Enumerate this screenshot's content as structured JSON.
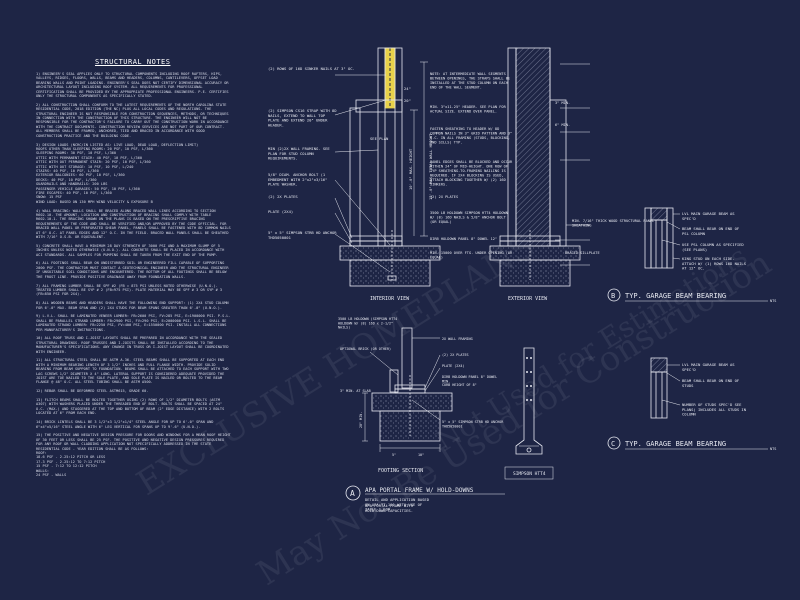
{
  "notes": {
    "title": "STRUCTURAL NOTES",
    "body": "1) ENGINEER'S SEAL APPLIES ONLY TO STRUCTURAL COMPONENTS INCLUDING ROOF RAFTERS, HIPS, VALLEYS, RIDGES, FLOORS, WALLS, BEAMS AND HEADERS, COLUMNS, CANTILEVERS, OFFSET LOAD BEARING WALLS AND POINT LOADING. ENGINEER'S SEAL DOES NOT CERTIFY DIMENSIONAL ACCURACY OR ARCHITECTURAL LAYOUT INCLUDING ROOF SYSTEM. ALL REQUIREMENTS FOR PROFESSIONAL CERTIFICATION SHALL BE PROVIDED BY THE APPROPRIATE PROFESSIONAL ENGINEERS. P.E. CERTIFIES ONLY THE STRUCTURAL COMPONENTS AS SPECIFICALLY STATED.\n\n2) ALL CONSTRUCTION SHALL CONFORM TO THE LATEST REQUIREMENTS OF THE NORTH CAROLINA STATE RESIDENTIAL CODE, 2018 EDITION (THE NC) PLUS ALL LOCAL CODES AND REGULATIONS. THE STRUCTURAL ENGINEER IS NOT RESPONSIBLE FOR CONSTRUCTION SEQUENCES, METHODS, OR TECHNIQUES IN CONNECTION WITH THE CONSTRUCTION OF THIS STRUCTURE. THE ENGINEER WILL NOT BE RESPONSIBLE FOR THE CONTRACTOR'S FAILURE TO CARRY OUT THE CONSTRUCTION WORK IN ACCORDANCE WITH THE CONTRACT DOCUMENTS. CONSTRUCTION REVIEW SERVICES ARE NOT PART OF OUR CONTRACT. ALL MEMBERS SHALL BE FRAMED, ANCHORED, TIED AND BRACED IN ACCORDANCE WITH GOOD CONSTRUCTION PRACTICE AND THE BUILDING CODE.\n\n3) DESIGN LOADS (NCRC/IN LISTED AS: LIVE LOAD, DEAD LOAD, DEFLECTION LIMIT)\nROOFS OTHER THAN SLEEPING ROOMS: 20 PSF, 10 PSF, L/360\nSLEEPING ROOMS: 30 PSF, 10 PSF, L/360\nATTIC WITH PERMANENT STAIR: 40 PSF, 10 PSF, L/360\nATTIC WITH OUT PERMANENT STAIR: 20 PSF, 10 PSF, L/360\nATTIC WITH OUT STORAGE: 10 PSF, 10 PSF, L/240\nSTAIRS: 40 PSF, 10 PSF, L/360\nEXTERIOR BALCONIES: 60 PSF, 10 PSF, L/360\nDECKS: 40 PSF, 10 PSF, L/360\nGUARDRAILS AND HANDRAILS: 200 LBS\nPASSENGER VEHICLE GARAGES: 50 PSF, 10 PSF, L/360\nFIRE ESCAPES: 40 PSF, 10 PSF, L/360\nSNOW: 15 PSF\nWIND LOAD: BASED ON 130 MPH WIND VELOCITY & EXPOSURE B\n\n4) WALL BRACING: WALLS SHALL BE BRACED ALONG BRACED WALL LINES ACCORDING TO SECTION R602.10. THE AMOUNT, LOCATION AND CONSTRUCTION OF BRACING SHALL COMPLY WITH TABLE R602.10.1. THE BRACING SHOWN ON THE PLANS IS BASED ON THE PRESCRIPTIVE BRACING REQUIREMENTS OF THE CODE AND SHALL BE VERIFIED AND/OR APPROVED BY THE CODE OFFICIAL. FOR BRACED WALL PANEL OR PERFORATED SHEAR PANEL, PANELS SHALL BE FASTENED WITH 8D COMMON NAILS AT 6\" O.C. AT PANEL EDGES AND 12\" O.C. IN THE FIELD. BRACED WALL PANELS SHALL BE SHEATHED WITH 7/16\" O.S.B. OR EQUIVALENT.\n\n5) CONCRETE SHALL HAVE A MINIMUM 28 DAY STRENGTH OF 3000 PSI AND A MAXIMUM SLUMP OF 5 INCHES UNLESS NOTED OTHERWISE (U.N.O.). ALL CONCRETE SHALL BE PLACED IN ACCORDANCE WITH ACI STANDARDS. ALL SAMPLES FOR PUMPING SHALL BE TAKEN FROM THE EXIT END OF THE PUMP.\n\n6) ALL FOOTINGS SHALL BEAR ON UNDISTURBED SOIL OR ENGINEERED FILL CAPABLE OF SUPPORTING 2000 PSF. THE CONTRACTOR MUST CONTACT A GEOTECHNICAL ENGINEER AND THE STRUCTURAL ENGINEER IF UNSUITABLE SOIL CONDITIONS ARE ENCOUNTERED. THE BOTTOM OF ALL FOOTINGS SHALL BE BELOW THE FROST LINE. PROVIDE POSITIVE DRAINAGE AWAY FROM FOUNDATION WALLS.\n\n7) ALL FRAMING LUMBER SHALL BE SPF #2 (FB = 875 PSI UNLESS NOTED OTHERWISE (U.N.O.). TREATED LUMBER SHALL BE SYP # 2 (FB=975 PSI). PLATE MATERIAL MAY BE SPF # 3 OR SYP # 3 (FB=850 PSI FOR 2X4).\n\n8) ALL WOODEN BEAMS AND HEADERS SHALL HAVE THE FOLLOWING END SUPPORT: (1) 2X4 STUD COLUMN FOR 6'-0\" MAX. BEAM SPAN AND (2) 2X4 STUDS FOR BEAM SPANS GREATER THAN 6'-0\" (U.N.O.).\n\n9) L.V.L. SHALL BE LAMINATED VENEER LUMBER: FB=2600 PSI, FV=285 PSI, E=1900000 PSI. P.S.L. SHALL BE PARALLEL STRAND LUMBER: FB=2900 PSI, FV=290 PSI, E=2000000 PSI. L.S.L. SHALL BE LAMINATED STRAND LUMBER: FB=2250 PSI, FV=400 PSI, E=1550000 PSI. INSTALL ALL CONNECTIONS PER MANUFACTURER'S INSTRUCTIONS.\n\n10) ALL ROOF TRUSS AND I-JOIST LAYOUTS SHALL BE PREPARED IN ACCORDANCE WITH THE SEALED STRUCTURAL DRAWINGS. ROOF TRUSSES AND I-JOISTS SHALL BE INSTALLED ACCORDING TO THE MANUFACTURER'S SPECIFICATIONS. ANY CHANGE IN TRUSS OR I-JOIST LAYOUT SHALL BE COORDINATED WITH ENGINEER.\n\n11) ALL STRUCTURAL STEEL SHALL BE ASTM A-36. STEEL BEAMS SHALL BE SUPPORTED AT EACH END WITH A MINIMUM BEARING LENGTH OF 3 1/2\" INCHES AND FULL FLANGE WIDTH. PROVIDE SOLID BEARING FROM BEAM SUPPORT TO FOUNDATION. BEAMS SHALL BE ATTACHED TO EACH SUPPORT WITH TWO LAG SCREWS 1/2\" DIAMETER X 4\" LONG. LATERAL SUPPORT IS CONSIDERED ADEQUATE PROVIDED THE JOIST ARE TOE NAILED TO THE SOLE PLATE, AND SOLE PLATE IS NAILED OR BOLTED TO THE BEAM FLANGE @ 48\" O.C. ALL STEEL TUBING SHALL BE ASTM A500.\n\n12) REBAR SHALL BE DEFORMED STEEL ASTM615, GRADE 60.\n\n13) FLITCH BEAMS SHALL BE BOLTED TOGETHER USING (2) ROWS OF 1/2\" DIAMETER BOLTS (ASTM A307) WITH WASHERS PLACED UNDER THE THREADED END OF BOLT. BOLTS SHALL BE SPACED AT 24\" O.C. (MAX.) AND STAGGERED AT THE TOP AND BOTTOM OF BEAM (2\" EDGE DISTANCE) WITH 2 BOLTS LOCATED AT 6\" FROM EACH END.\n\n14) BRICK LINTELS SHALL BE 3 1/2\"x3 1/2\"x1/4\" STEEL ANGLE FOR UP TO 6'-0\" SPAN AND 6\"x4\"x5/16\" STEEL ANGLE WITH 6\" LEG VERTICAL FOR SPANS UP TO 9'-6\" (U.N.O.).\n\n15) THE POSITIVE AND NEGATIVE DESIGN PRESSURE FOR DOORS AND WINDOWS FOR A MEAN ROOF HEIGHT OF 30 FEET OR LESS SHALL BE 25 PSF. THE POSITIVE AND NEGATIVE DESIGN PRESSURES REQUIRED FOR ANY ROOF OR WALL CLADDING APPLICATION NOT SPECIFICALLY ADDRESSED IN THE STATE RESIDENTIAL CODE - YEAR EDITION SHALL BE AS FOLLOWS:\nROOF:\n18.6 PSF - 2.25:12 PITCH OR LESS\n17.3 PSF - 2.25:12 TO 7:12 PITCH\n15 PSF - 7:12 TO 12:12 PITCH\nWALLS:\n24 PSF - WALLS"
  },
  "interior": {
    "caption": "INTERIOR VIEW",
    "callouts": [
      "(2) ROWS OF 16D SINKER NAILS AT 3\" OC.",
      "(2) SIMPSON CS16 STRAP WITH 8D NAILS, EXTEND TO WALL TOP PLATE AND EXTEND 20\" UNDER HEADER.",
      "MIN (2)2X WALL FRAMING. SEE PLAN FOR STUD COLUMN REQUIREMENTS.",
      "5/8\" DIAM. ANCHOR BOLT (1 EMBEDMENT WITH 2\"x2\"x3/16\" PLATE WASHER.",
      "(2) 2X PLATES",
      "PLATE (2X4)",
      "5\" x 5\" SIMPSON STRB HD ANCHOR THD5050001",
      "SEE PLAN",
      "10'-0\" MAX. HEIGHT",
      "12'-0\" MAX. TOTAL WALL HEIGHT",
      "24\"",
      "20\""
    ]
  },
  "exterior": {
    "caption": "EXTERIOR VIEW",
    "callouts": [
      "NOTE: AT INTERMEDIATE WALL SEGMENTS BETWEEN OPENINGS, THE STRAPS SHALL BE INSTALLED AT THE STUD COLUMN ON EACH END OF THE WALL SEGMENT.",
      "MIN. 3\"x11.25\" HEADER. SEE PLAN FOR ACTUAL SIZE. EXTEND OVER PANEL.",
      "FASTEN SHEATHING TO HEADER W/ 8D COMMON NAILS IN 3\" GRID PATTERN AND 3\" O.C. IN ALL FRAMING (STUDS, BLOCKING, AND SILLS) TYP.",
      "PANEL EDGES SHALL BE BLOCKED AND OCCUR WITHIN 24\" OF MID-HEIGHT. ONE ROW OF TYP SHEATHING-TO-FRAMING NAILING IS REQUIRED. IF 2X4 BLOCKING IS USED, ATTACH BLOCKING TOGETHER W/ (2) 16D SINKERS.",
      "MIN. 7/16\" THICK WOOD STRUCTURAL PANEL SHEATHING",
      "(2) 2X PLATES",
      "3500 LB HOLDOWN SIMPSON HTT4 HOLDOWN W/ (8) 16D NAILS & 5/8\" ANCHOR BOLT (OR EQUAL)",
      "DIRB HOLDOWN PANEL 8\" DOWEL 12\"",
      "MIN. 15000 OVER FTG. UNDER OPENING (OR EQUAL)",
      "BRACED SILLPLATE",
      "3\" MIN.",
      "6\" MIN."
    ]
  },
  "footing": {
    "caption": "FOOTING SECTION",
    "callouts": [
      "3500 LB HOLDOWN (SIMPSON HTT4 HOLDOWN W/ (8) 16D x 2-1/2\" NAILS)",
      "2X WALL FRAMING",
      "OPTIONAL BRICK (OR OTHER)",
      "(2) 2X PLATES",
      "PLATE (2X4)",
      "DIRB HOLDOWN PANEL 8\" DOWEL MIN.",
      "CURB HEIGHT OF 8\"",
      "5\" x 5\" SIMPSON STRB HD ANCHOR THD5050001",
      "3\" MIN. AT SLAB",
      "20\" MIN.",
      "5\"",
      "10\""
    ]
  },
  "simpson": {
    "caption": "SIMPSON HTT4"
  },
  "portal": {
    "marker": "A",
    "title": "APA PORTAL FRAME W/ HOLD-DOWNS",
    "line1": "DETAIL AND APPLICATION BASED ON APA TT-100 WITH USE OF TABLE 1 FOR",
    "line2": "APA PORTAL FRAME WITH HOLD-DOWN CAPACITIES."
  },
  "garage_b": {
    "marker": "B",
    "title": "TYP. GARAGE BEAM BEARING",
    "scale": "NTS",
    "callouts": [
      "LVL MAIN GARAGE BEAM AS SPEC'D",
      "BEAM SHALL BEAR ON END OF PSL COLUMN",
      "USE PSL COLUMN AS SPECIFIED (SEE PLANS)",
      "KING STUD ON EACH SIDE. ATTACH W/ (1) ROWS 16D NAILS AT 12\" OC."
    ]
  },
  "garage_c": {
    "marker": "C",
    "title": "TYP. GARAGE BEAM BEARING",
    "scale": "NTS",
    "callouts": [
      "LVL MAIN GARAGE BEAM AS SPEC'D",
      "BEAM SHALL BEAR ON END OF STUDS",
      "NUMBER OF STUDS SPEC'D SEE PLANS) INCLUDES ALL STUDS IN COLUMN"
    ]
  },
  "watermark": {
    "lines": [
      "EXCLUSIVE HOMEPLANS",
      "May Not Be Used for Construction",
      "Not Used for Estimations"
    ]
  },
  "colors": {
    "background": "#1e2545",
    "line": "#e6e8f0",
    "accent_yellow": "#e8d24a"
  }
}
